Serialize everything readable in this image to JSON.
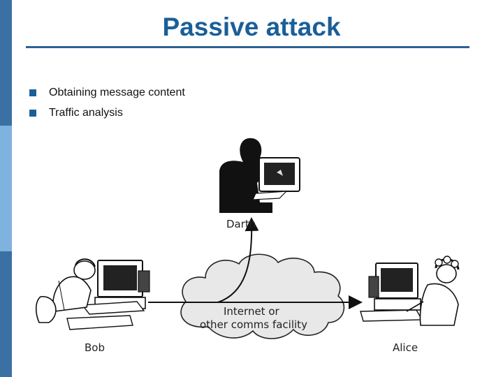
{
  "slide": {
    "title": "Passive attack",
    "bullets": [
      "Obtaining message content",
      "Traffic analysis"
    ]
  },
  "figure": {
    "attacker_label": "Darth",
    "sender_label": "Bob",
    "receiver_label": "Alice",
    "network_label_line1": "Internet or",
    "network_label_line2": "other comms facility"
  },
  "colors": {
    "title": "#1a5f99",
    "rule": "#2d6193",
    "side_strip_dark": "#3a70a3",
    "side_strip_light": "#7fb2df",
    "cloud_fill": "#e8e8e8"
  }
}
